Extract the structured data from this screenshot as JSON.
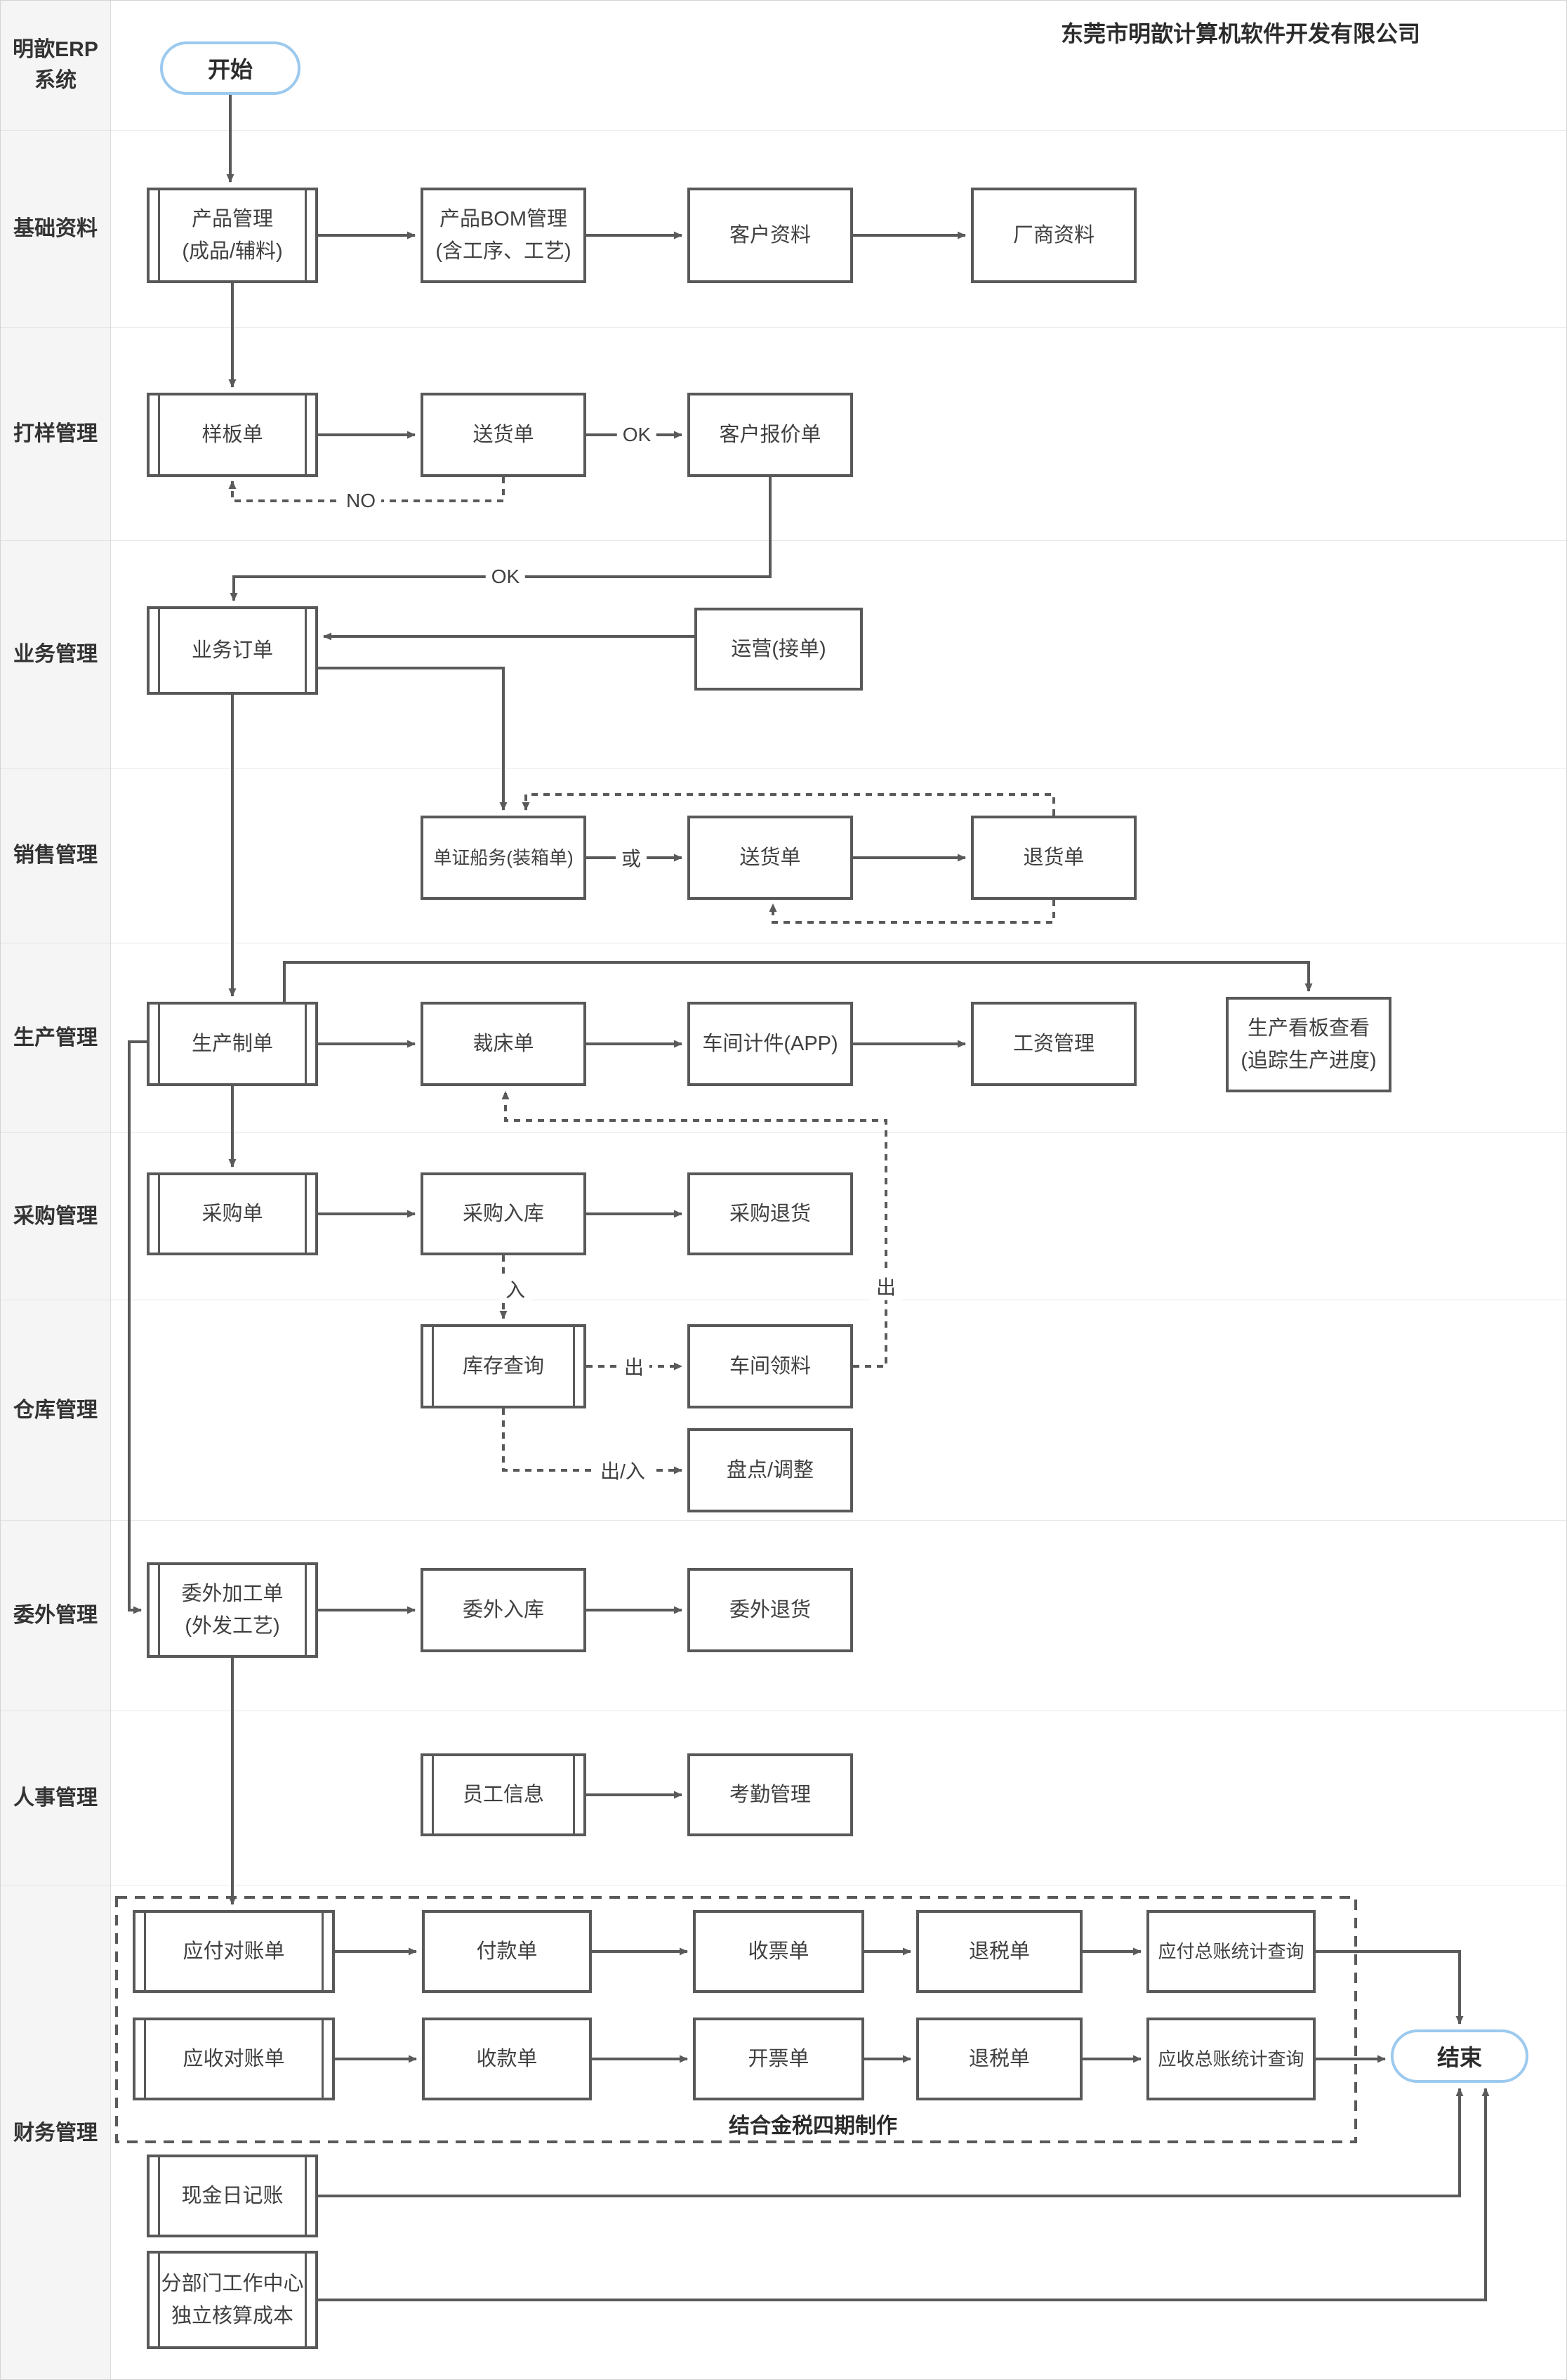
{
  "header": {
    "lane_title_line1": "明歆ERP",
    "lane_title_line2": "系统",
    "company": "东莞市明歆计算机软件开发有限公司"
  },
  "lanes": [
    "基础资料",
    "打样管理",
    "业务管理",
    "销售管理",
    "生产管理",
    "采购管理",
    "仓库管理",
    "委外管理",
    "人事管理",
    "财务管理"
  ],
  "terminals": {
    "start": "开始",
    "end": "结束"
  },
  "nodes": {
    "product_mgmt": {
      "label": "产品管理",
      "sub": "(成品/辅料)"
    },
    "bom_mgmt": {
      "label": "产品BOM管理",
      "sub": "(含工序、工艺)"
    },
    "customer_info": {
      "label": "客户资料"
    },
    "vendor_info": {
      "label": "厂商资料"
    },
    "sample_order": {
      "label": "样板单"
    },
    "sample_delivery": {
      "label": "送货单"
    },
    "customer_quote": {
      "label": "客户报价单"
    },
    "business_order": {
      "label": "业务订单"
    },
    "operation": {
      "label": "运营(接单)"
    },
    "shipping_doc": {
      "label": "单证船务(装箱单)"
    },
    "sales_delivery": {
      "label": "送货单"
    },
    "sales_return": {
      "label": "退货单"
    },
    "production_order": {
      "label": "生产制单"
    },
    "cutting_order": {
      "label": "裁床单"
    },
    "piecework_app": {
      "label": "车间计件(APP)"
    },
    "salary_mgmt": {
      "label": "工资管理"
    },
    "kanban": {
      "label": "生产看板查看",
      "sub": "(追踪生产进度)"
    },
    "purchase_order": {
      "label": "采购单"
    },
    "purchase_in": {
      "label": "采购入库"
    },
    "purchase_return": {
      "label": "采购退货"
    },
    "inventory_query": {
      "label": "库存查询"
    },
    "workshop_material": {
      "label": "车间领料"
    },
    "stocktake": {
      "label": "盘点/调整"
    },
    "outsource_order": {
      "label": "委外加工单",
      "sub": "(外发工艺)"
    },
    "outsource_in": {
      "label": "委外入库"
    },
    "outsource_return": {
      "label": "委外退货"
    },
    "employee_info": {
      "label": "员工信息"
    },
    "attendance": {
      "label": "考勤管理"
    },
    "ap_statement": {
      "label": "应付对账单"
    },
    "payment_order": {
      "label": "付款单"
    },
    "receipt_invoice": {
      "label": "收票单"
    },
    "tax_refund_ap": {
      "label": "退税单"
    },
    "ap_summary": {
      "label": "应付总账统计查询"
    },
    "ar_statement": {
      "label": "应收对账单"
    },
    "collection_order": {
      "label": "收款单"
    },
    "issue_invoice": {
      "label": "开票单"
    },
    "tax_refund_ar": {
      "label": "退税单"
    },
    "ar_summary": {
      "label": "应收总账统计查询"
    },
    "cash_journal": {
      "label": "现金日记账"
    },
    "dept_costing": {
      "label": "分部门工作中心",
      "sub": "独立核算成本"
    }
  },
  "edge_labels": {
    "ok_sample": "OK",
    "no_sample": "NO",
    "ok_quote": "OK",
    "or": "或",
    "in": "入",
    "out_right": "出",
    "out": "出",
    "out_in": "出/入",
    "tax_note": "结合金税四期制作"
  },
  "colors": {
    "accent_blue": "#9cc9ee",
    "box_border": "#595959",
    "line": "#5a5a5a",
    "lane_bg": "#f5f5f6"
  }
}
